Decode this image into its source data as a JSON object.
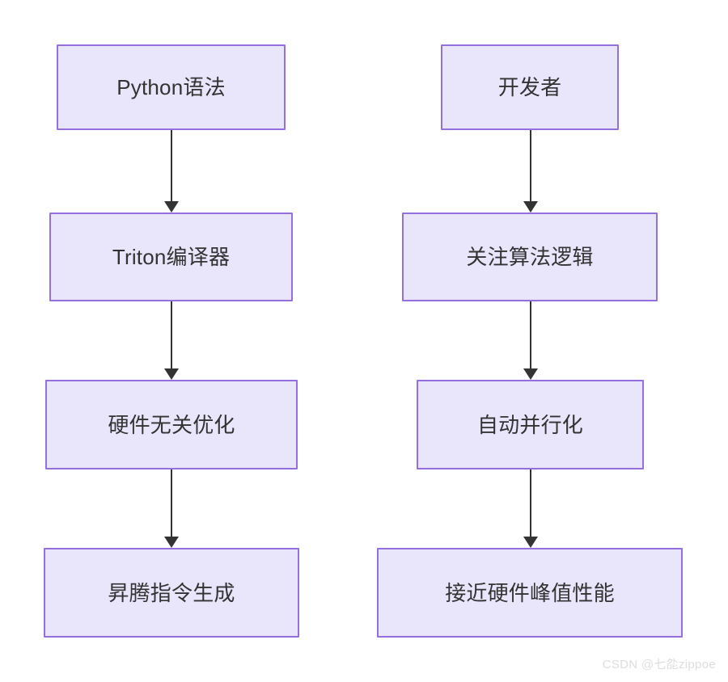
{
  "diagram": {
    "type": "flowchart",
    "orientation": "top-to-bottom",
    "background_color": "#ffffff",
    "node_fill_color": "#e9e5fb",
    "node_border_color": "#9570dd",
    "node_text_color": "#333333",
    "connector_color": "#333333",
    "columns": [
      {
        "id": "left-column",
        "name": "triton-compilation-pipeline",
        "nodes": [
          {
            "id": "python-syntax",
            "label": "Python语法"
          },
          {
            "id": "triton-compiler",
            "label": "Triton编译器"
          },
          {
            "id": "hw-agnostic-opt",
            "label": "硬件无关优化"
          },
          {
            "id": "ascend-codegen",
            "label": "昇腾指令生成"
          }
        ],
        "edges": [
          {
            "from": "python-syntax",
            "to": "triton-compiler",
            "arrow": "down"
          },
          {
            "from": "triton-compiler",
            "to": "hw-agnostic-opt",
            "arrow": "down"
          },
          {
            "from": "hw-agnostic-opt",
            "to": "ascend-codegen",
            "arrow": "down"
          }
        ]
      },
      {
        "id": "right-column",
        "name": "developer-experience-flow",
        "nodes": [
          {
            "id": "developer",
            "label": "开发者"
          },
          {
            "id": "algo-logic",
            "label": "关注算法逻辑"
          },
          {
            "id": "auto-parallel",
            "label": "自动并行化"
          },
          {
            "id": "peak-performance",
            "label": "接近硬件峰值性能"
          }
        ],
        "edges": [
          {
            "from": "developer",
            "to": "algo-logic",
            "arrow": "down"
          },
          {
            "from": "algo-logic",
            "to": "auto-parallel",
            "arrow": "down"
          },
          {
            "from": "auto-parallel",
            "to": "peak-performance",
            "arrow": "down"
          }
        ]
      }
    ]
  },
  "watermark": {
    "text": "CSDN @七夞zippoe"
  }
}
